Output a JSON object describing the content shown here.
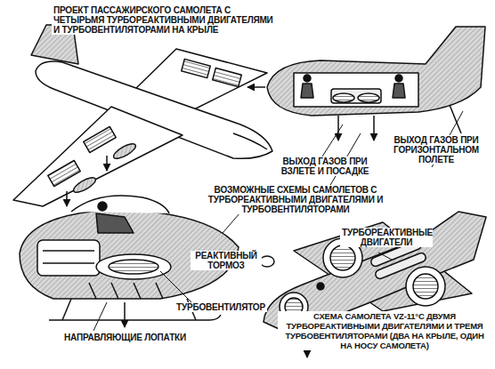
{
  "diagram": {
    "labels": [
      "ПРОЕКТ ПАССАЖИРСКОГО САМОЛЕТА С ЧЕТЫРЬМЯ ТУРБОРЕАКТИВНЫМИ ДВИГАТЕЛЯМИ И ТУРБОВЕНТИЛЯТОРАМИ НА КРЫЛЕ",
      "ВЫХОД ГАЗОВ ПРИ ГОРИЗОНТАЛЬНОМ ПОЛЕТЕ",
      "ВЫХОД ГАЗОВ ПРИ ВЗЛЕТЕ И ПОСАДКЕ",
      "ВОЗМОЖНЫЕ СХЕМЫ САМОЛЕТОВ С ТУРБОРЕАКТИВНЫМИ ДВИГАТЕЛЯМИ И ТУРБОВЕНТИЛЯТОРАМИ",
      "ТУРБОРЕАКТИВНЫЕ ДВИГАТЕЛИ",
      "РЕАКТИВНЫЙ ТОРМОЗ",
      "ТУРБОВЕНТИЛЯТОР",
      "НАПРАВЛЯЮЩИЕ ЛОПАТКИ",
      "СХЕМА САМОЛЕТА VZ-11°С ДВУМЯ ТУРБОРЕАКТИВНЫМИ ДВИГАТЕЛЯМИ И ТРЕМЯ ТУРБОВЕНТИЛЯТОРАМИ (ДВА НА КРЫЛЕ, ОДИН НА НОСУ САМОЛЕТА)"
    ]
  }
}
